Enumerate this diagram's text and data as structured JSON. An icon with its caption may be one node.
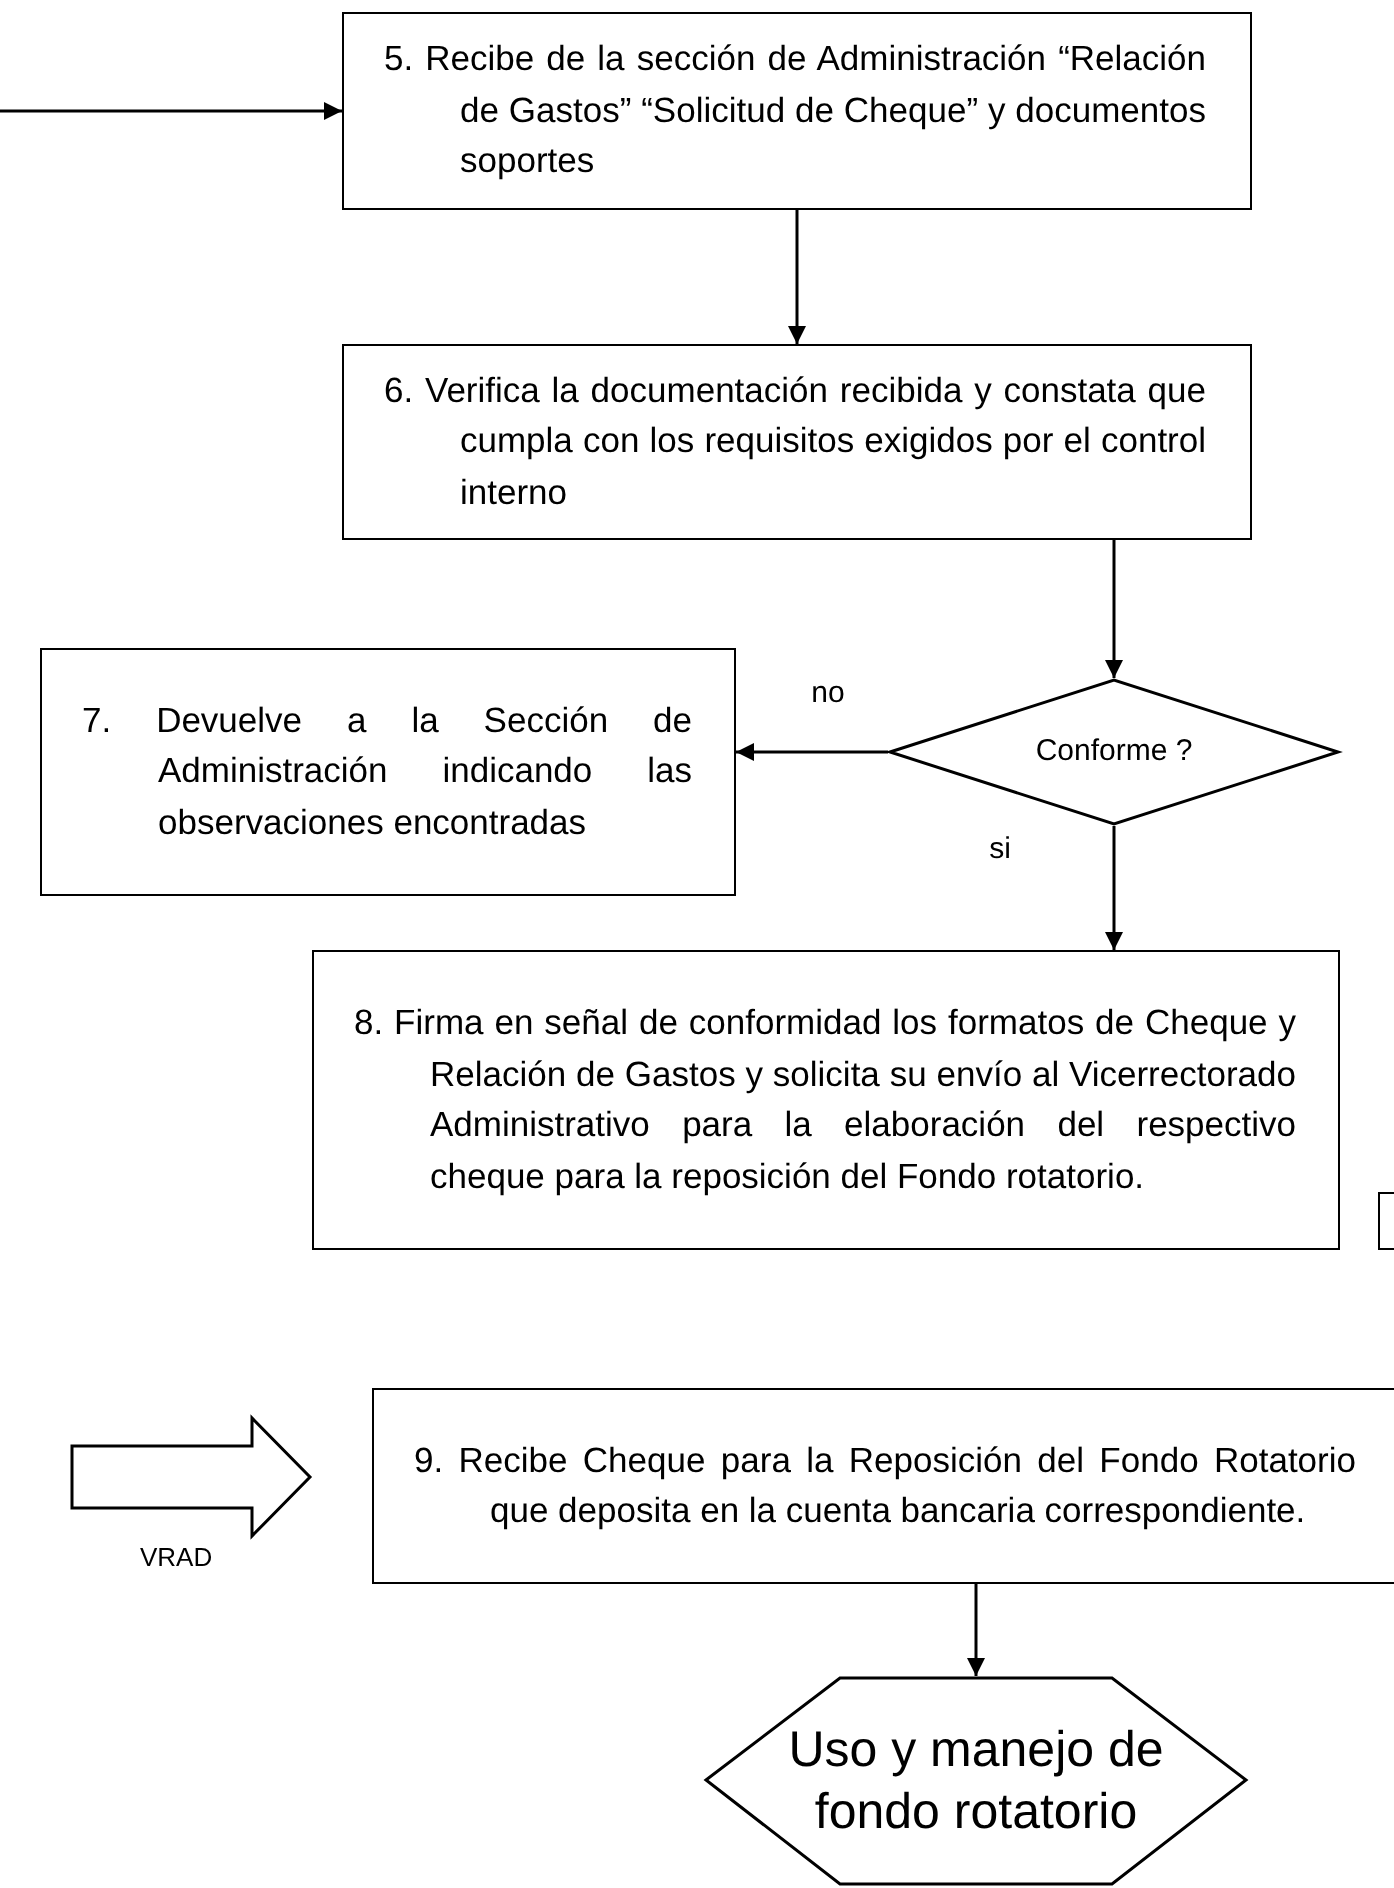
{
  "diagram": {
    "nodes": [
      {
        "text": [
          "5. Recibe de la sección de Administración “Relación de Gastos” “Solicitud de Cheque” y documentos soportes"
        ]
      },
      {
        "text": [
          "6. Verifica la documentación recibida y constata que cumpla con los requisitos exigidos por el control interno"
        ]
      },
      {
        "text": [
          "Conforme ?"
        ]
      },
      {
        "text": [
          "7. Devuelve a la Sección de Administración indicando las observaciones encontradas"
        ]
      },
      {
        "text": [
          "8. Firma en señal de conformidad los formatos de Cheque  y Relación de Gastos y solicita su envío al Vicerrectorado Administrativo para la elaboración del respectivo cheque para la reposición del Fondo rotatorio."
        ]
      },
      {
        "text": [],
        "shape": "box"
      },
      {
        "text": [],
        "shape": "arrow",
        "beside": [
          "VRAD"
        ]
      },
      {
        "text": [
          "9. Recibe Cheque para la Reposición del Fondo Rotatorio que deposita en la cuenta bancaria correspondiente."
        ]
      },
      {
        "text": [
          "Uso y manejo de fondo rotatorio"
        ]
      }
    ],
    "edges": [
      {
        "from": null,
        "to": 0,
        "arrow": "to"
      },
      {
        "from": 0,
        "to": 1,
        "arrow": "to"
      },
      {
        "from": 1,
        "to": 2,
        "arrow": "to"
      },
      {
        "from": 2,
        "to": 3,
        "arrow": "to",
        "label": "no"
      },
      {
        "from": 2,
        "to": 4,
        "arrow": "to",
        "label": "si"
      },
      {
        "from": 7,
        "to": 8,
        "arrow": "to"
      }
    ]
  }
}
